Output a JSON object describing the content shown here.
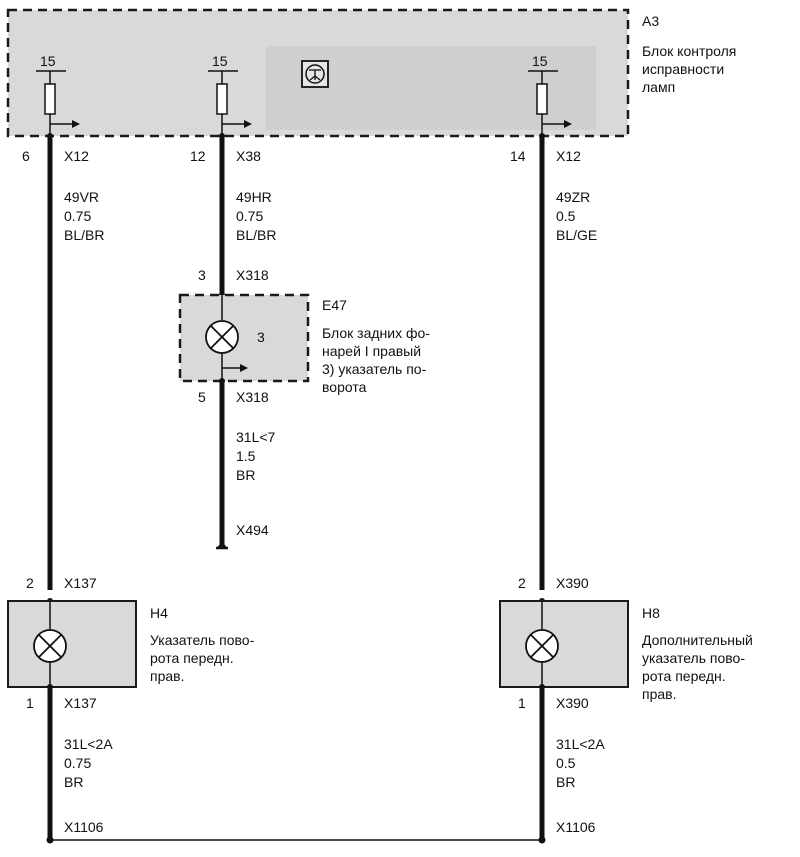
{
  "a3": {
    "id": "A3",
    "desc_1": "Блок контроля",
    "desc_2": "исправности",
    "desc_3": "ламп",
    "pin_top": "15"
  },
  "wires": [
    {
      "pin": "6",
      "conn": "X12",
      "code": "49VR",
      "size": "0.75",
      "color": "BL/BR"
    },
    {
      "pin": "12",
      "conn": "X38",
      "code": "49HR",
      "size": "0.75",
      "color": "BL/BR"
    },
    {
      "pin": "14",
      "conn": "X12",
      "code": "49ZR",
      "size": "0.5",
      "color": "BL/GE"
    }
  ],
  "e47": {
    "id": "E47",
    "pin_in": "3",
    "conn_in": "X318",
    "pin_out": "5",
    "conn_out": "X318",
    "lamp_label": "3",
    "desc_1": "Блок задних фо-",
    "desc_2": "нарей I правый",
    "desc_3": "3) указатель по-",
    "desc_4": "ворота",
    "out_code": "31L<7",
    "out_size": "1.5",
    "out_color": "BR",
    "ground": "X494"
  },
  "h4": {
    "id": "H4",
    "pin_in": "2",
    "conn_in": "X137",
    "pin_out": "1",
    "conn_out": "X137",
    "desc_1": "Указатель пово-",
    "desc_2": "рота передн.",
    "desc_3": "прав.",
    "out_code": "31L<2A",
    "out_size": "0.75",
    "out_color": "BR",
    "ground": "X1106"
  },
  "h8": {
    "id": "H8",
    "pin_in": "2",
    "conn_in": "X390",
    "pin_out": "1",
    "conn_out": "X390",
    "desc_1": "Дополнительный",
    "desc_2": "указатель пово-",
    "desc_3": "рота передн.",
    "desc_4": "прав.",
    "out_code": "31L<2A",
    "out_size": "0.5",
    "out_color": "BR",
    "ground": "X1106"
  }
}
